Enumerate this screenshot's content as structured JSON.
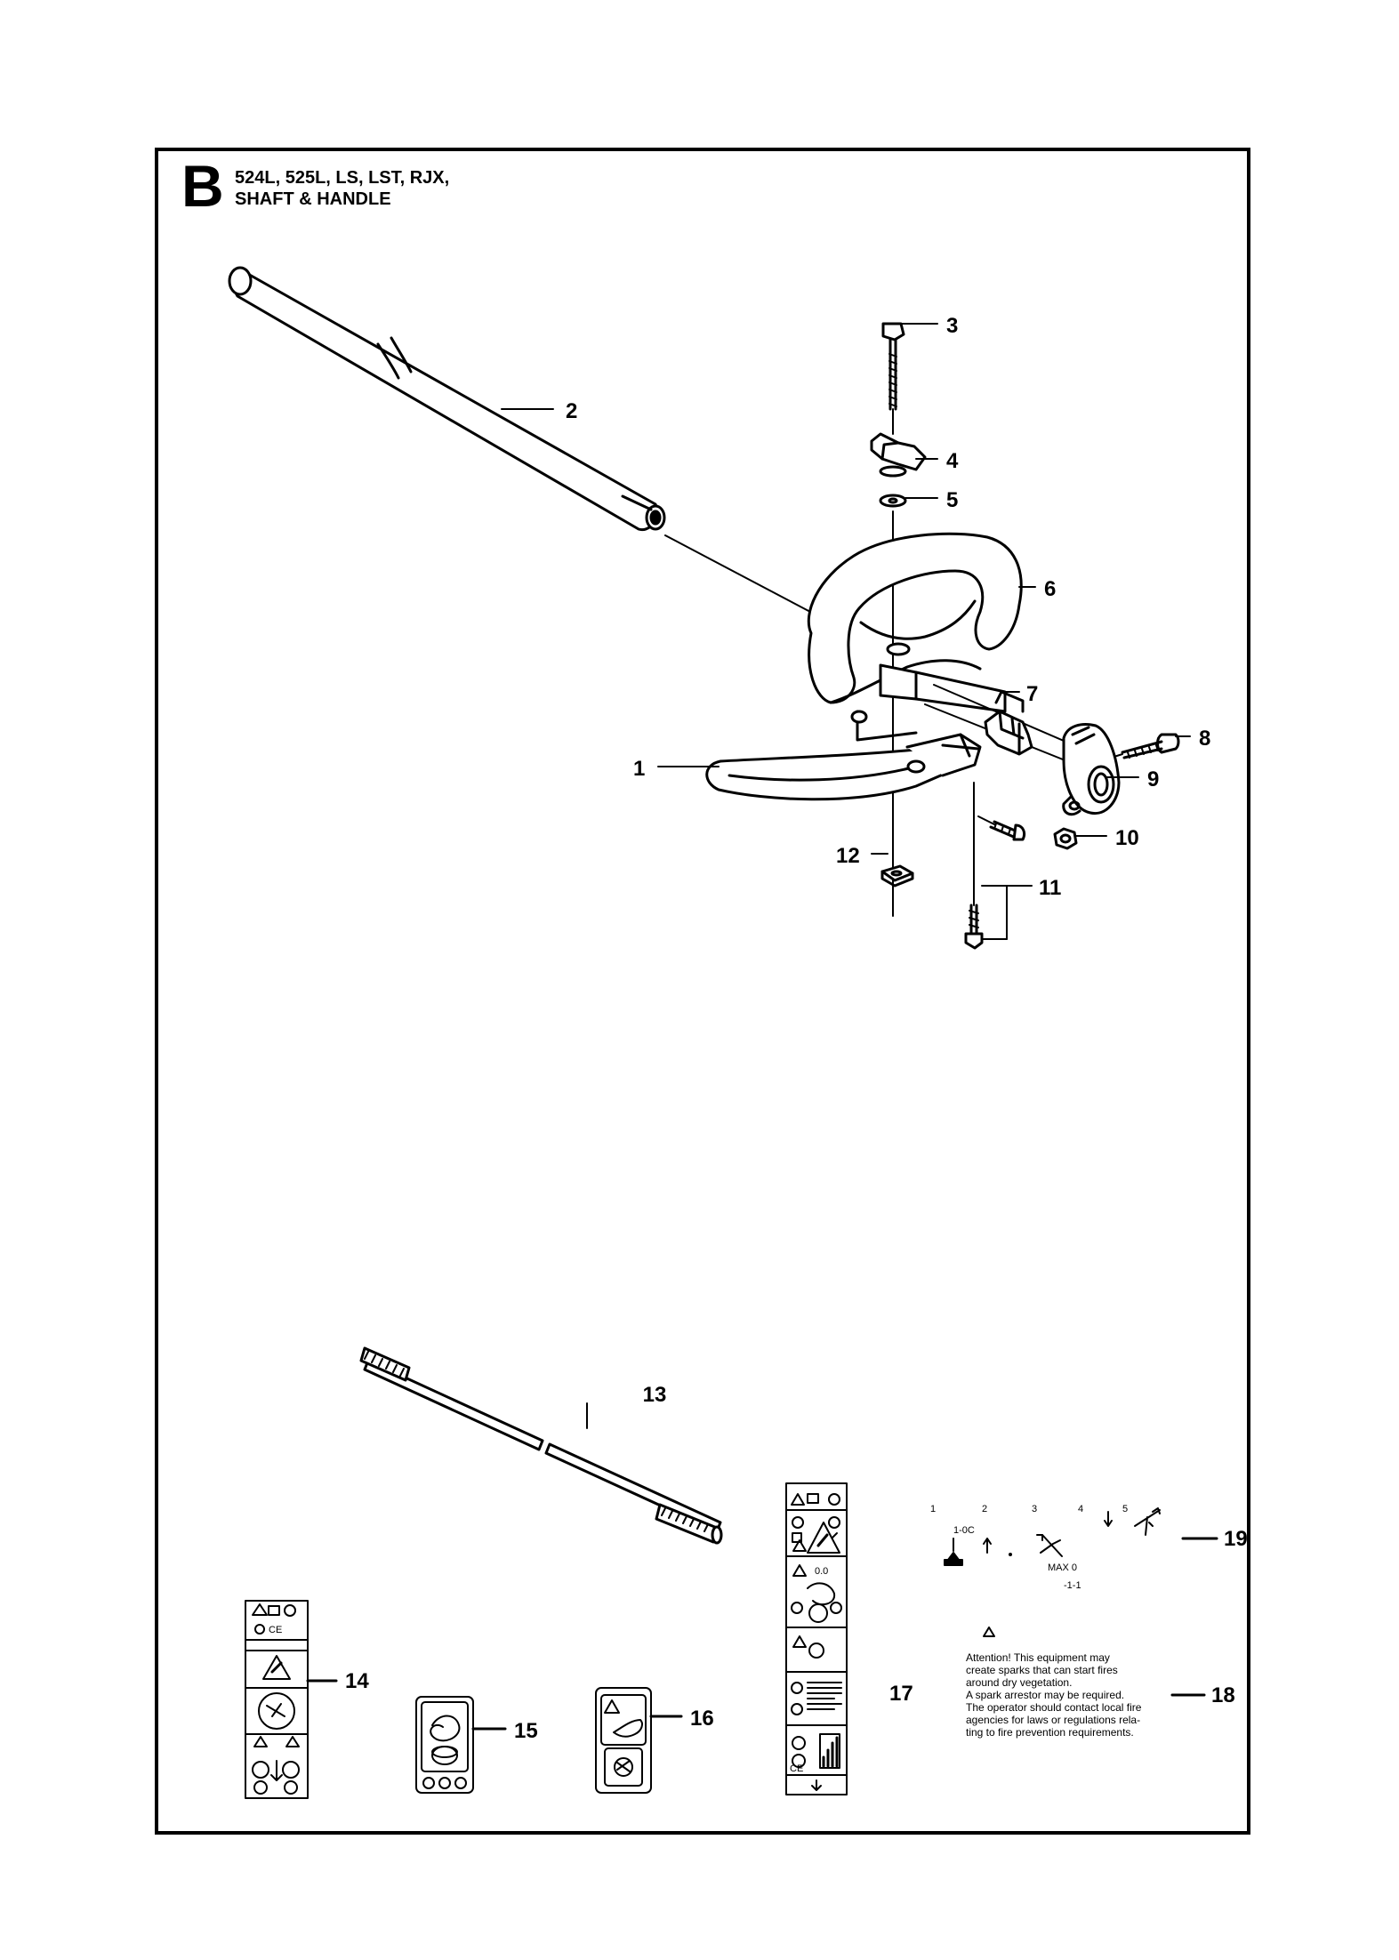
{
  "header": {
    "section_letter": "B",
    "models": "524L, 525L, LS, LST, RJX,",
    "title": "SHAFT & HANDLE"
  },
  "callouts": [
    "1",
    "2",
    "3",
    "4",
    "5",
    "6",
    "7",
    "8",
    "9",
    "10",
    "11",
    "12",
    "13",
    "14",
    "15",
    "16",
    "17",
    "18",
    "19"
  ],
  "label_18_text": [
    "Attention! This equipment may",
    "create sparks that can start fires",
    "around dry vegetation.",
    "A spark arrestor may be required.",
    "The operator should contact local fire",
    "agencies for laws or regulations rela-",
    "ting to fire prevention requirements."
  ],
  "label_19_steps": [
    "1",
    "2",
    "3",
    "4",
    "5"
  ],
  "label_19_texts": [
    "1-0C",
    "MAX 0",
    "-1-1"
  ],
  "label_17_texts": [
    "0.0",
    "CE"
  ],
  "label_14_texts": [
    "CE"
  ]
}
